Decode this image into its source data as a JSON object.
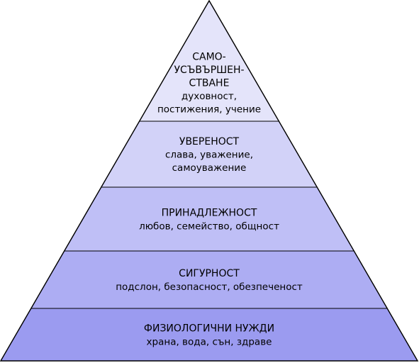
{
  "pyramid": {
    "levels": [
      {
        "title_lines": [
          "САМО-",
          "УСЪВЪРШЕН-",
          "СТВАНЕ"
        ],
        "desc_lines": [
          "духовност,",
          "постижения, учение"
        ],
        "color": "#e4e4fa"
      },
      {
        "title_lines": [
          "УВЕРЕНОСТ"
        ],
        "desc_lines": [
          "слава, уважение,",
          "самоуважение"
        ],
        "color": "#d2d2f8"
      },
      {
        "title_lines": [
          "ПРИНАДЛЕЖНОСТ"
        ],
        "desc_lines": [
          "любов, семейство, общност"
        ],
        "color": "#bfbff6"
      },
      {
        "title_lines": [
          "СИГУРНОСТ"
        ],
        "desc_lines": [
          "подслон, безопасност, обезпеченост"
        ],
        "color": "#adadf3"
      },
      {
        "title_lines": [
          "ФИЗИОЛОГИЧНИ НУЖДИ"
        ],
        "desc_lines": [
          "храна, вода, сън, здраве"
        ],
        "color": "#9b9bf0"
      }
    ],
    "outline_color": "#000000"
  }
}
